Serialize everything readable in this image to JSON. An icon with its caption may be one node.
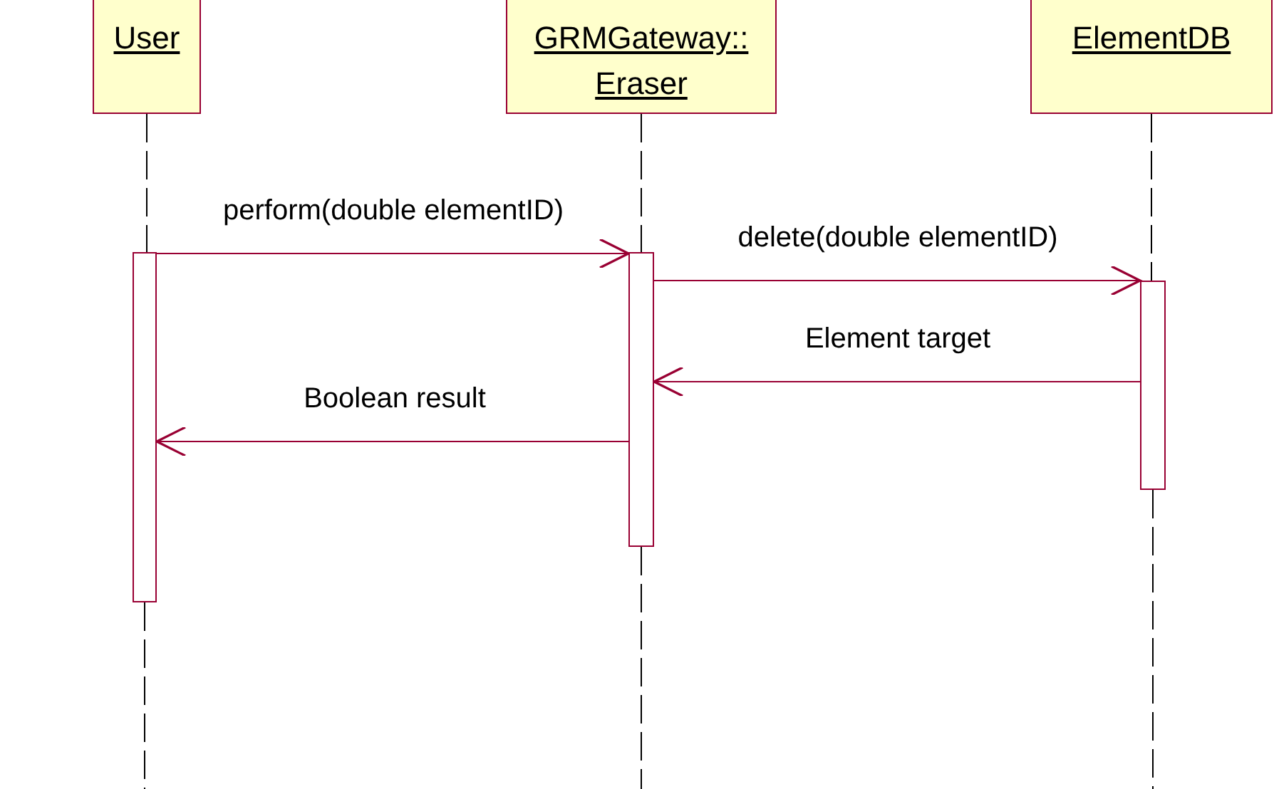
{
  "diagram": {
    "nodes": [
      {
        "text": [
          "User"
        ]
      },
      {
        "text": [
          "GRMGateway:: Eraser"
        ]
      },
      {
        "text": [
          "ElementDB"
        ]
      },
      {
        "text": [],
        "shape": "bar"
      },
      {
        "text": [],
        "shape": "bar"
      },
      {
        "text": [],
        "shape": "bar"
      }
    ],
    "edges": [
      {
        "from": 0,
        "to": 3,
        "arrow": "none",
        "style": "dashed"
      },
      {
        "from": 3,
        "to": null,
        "arrow": "none",
        "style": "dashed"
      },
      {
        "from": 1,
        "to": 4,
        "arrow": "none",
        "style": "dashed"
      },
      {
        "from": 4,
        "to": null,
        "arrow": "none",
        "style": "dashed"
      },
      {
        "from": 2,
        "to": 5,
        "arrow": "none",
        "style": "dashed"
      },
      {
        "from": 5,
        "to": null,
        "arrow": "none",
        "style": "dashed"
      },
      {
        "from": 3,
        "to": 4,
        "arrow": "to",
        "label": "perform(double elementID)",
        "color": "#990033"
      },
      {
        "from": 4,
        "to": 5,
        "arrow": "to",
        "label": "delete(double elementID)",
        "color": "#990033"
      },
      {
        "from": 5,
        "to": 4,
        "arrow": "to",
        "label": "Element target",
        "color": "#990033"
      },
      {
        "from": 4,
        "to": 3,
        "arrow": "to",
        "label": "Boolean result",
        "color": "#990033"
      }
    ]
  }
}
